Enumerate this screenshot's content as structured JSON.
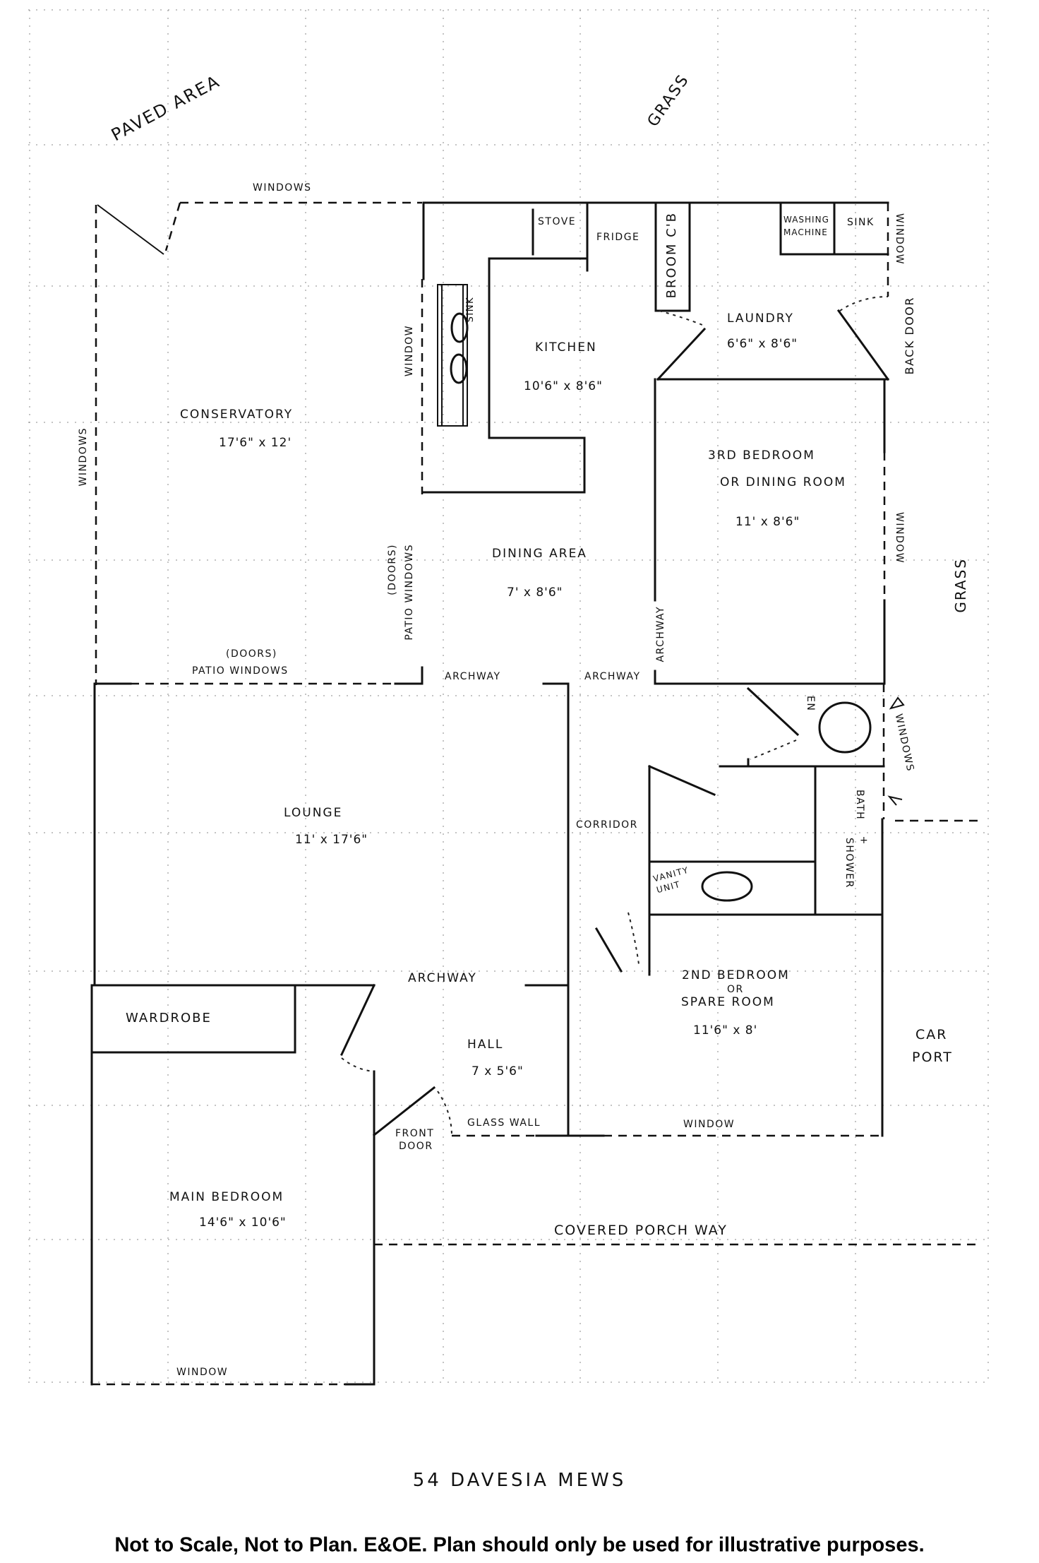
{
  "outside": {
    "paved_area": "PAVED AREA",
    "grass_top": "GRASS",
    "grass_right": "GRASS",
    "car_port": [
      "CAR",
      "PORT"
    ],
    "covered_porch": "COVERED PORCH WAY"
  },
  "rooms": {
    "conservatory": {
      "name": "CONSERVATORY",
      "size": "17'6\" x 12'"
    },
    "kitchen": {
      "name": "KITCHEN",
      "size": "10'6\" x 8'6\""
    },
    "laundry": {
      "name": "LAUNDRY",
      "size": "6'6\" x 8'6\""
    },
    "bedroom3": {
      "name": "3RD BEDROOM",
      "name2": "OR DINING ROOM",
      "size": "11' x 8'6\""
    },
    "dining": {
      "name": "DINING AREA",
      "size": "7' x 8'6\""
    },
    "lounge": {
      "name": "LOUNGE",
      "size": "11' x 17'6\""
    },
    "corridor": {
      "name": "CORRIDOR"
    },
    "bedroom2": {
      "name": "2ND BEDROOM",
      "or": "OR",
      "name2": "SPARE ROOM",
      "size": "11'6\" x 8'"
    },
    "hall": {
      "name": "HALL",
      "size": "7 x 5'6\""
    },
    "main_bedroom": {
      "name": "MAIN BEDROOM",
      "size": "14'6\" x 10'6\""
    }
  },
  "fixtures": {
    "stove": "STOVE",
    "fridge": "FRIDGE",
    "broom_cupboard": "BROOM C'B",
    "washing_machine": [
      "WASHING",
      "MACHINE"
    ],
    "laundry_sink": "SINK",
    "kitchen_sink": "SINK",
    "wardrobe": "WARDROBE",
    "vanity_unit": [
      "VANITY",
      "UNIT"
    ],
    "bath_shower": [
      "BATH",
      "+",
      "SHOWER"
    ],
    "ensuite": "EN"
  },
  "openings": {
    "windows_top": "WINDOWS",
    "windows_left": "WINDOWS",
    "window_kitchen": "WINDOW",
    "window_laundry": "WINDOW",
    "back_door": "BACK DOOR",
    "window_bedroom3": "WINDOW",
    "patio_doors_label": "(DOORS)",
    "patio_windows": "PATIO WINDOWS",
    "patio_doors_v": "(DOORS)",
    "patio_windows_v": "PATIO WINDOWS",
    "archway_dining": "ARCHWAY",
    "archway_dining2": "ARCHWAY",
    "archway_bed3": "ARCHWAY",
    "windows_bath": "WINDOWS",
    "archway_hall": "ARCHWAY",
    "front_door": [
      "FRONT",
      "DOOR"
    ],
    "glass_wall": "GLASS WALL",
    "window_bed2": "WINDOW",
    "window_main": "WINDOW"
  },
  "address": "54 DAVESIA MEWS",
  "disclaimer": "Not to Scale, Not to Plan. E&OE. Plan should only be used for illustrative purposes."
}
